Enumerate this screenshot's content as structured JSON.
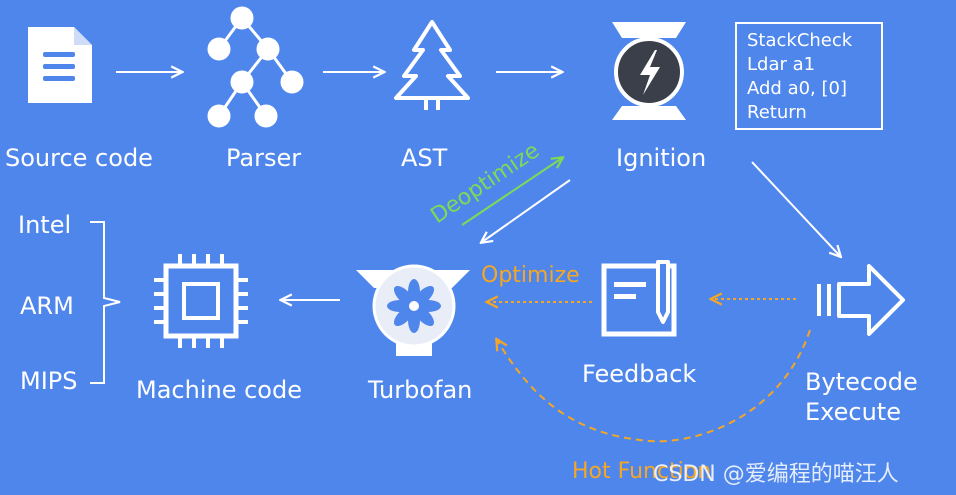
{
  "colors": {
    "background": "#4f86ec",
    "foreground": "#ffffff",
    "deoptimize": "#7ed957",
    "optimize": "#f5a623",
    "turbofan_disk": "#e8edf8",
    "turbofan_fan": "#4f86ec"
  },
  "nodes": {
    "source_code": {
      "label": "Source code",
      "icon": "document-icon"
    },
    "parser": {
      "label": "Parser",
      "icon": "tree-graph-icon"
    },
    "ast": {
      "label": "AST",
      "icon": "pine-tree-icon"
    },
    "ignition": {
      "label": "Ignition",
      "icon": "hourglass-lightning-icon"
    },
    "bytecode_execute": {
      "label_line1": "Bytecode",
      "label_line2": "Execute",
      "icon": "arrow-right-icon"
    },
    "feedback": {
      "label": "Feedback",
      "icon": "notebook-pen-icon"
    },
    "turbofan": {
      "label": "Turbofan",
      "icon": "fan-icon"
    },
    "machine_code": {
      "label": "Machine code",
      "icon": "chip-icon"
    }
  },
  "bytecode_listing": [
    "StackCheck",
    "Ldar a1",
    "Add a0, [0]",
    "Return"
  ],
  "architectures": [
    "Intel",
    "ARM",
    "MIPS"
  ],
  "edge_labels": {
    "deoptimize": "Deoptimize",
    "optimize": "Optimize",
    "hot_function": "Hot Function"
  },
  "watermark": "CSDN @爱编程的喵汪人"
}
